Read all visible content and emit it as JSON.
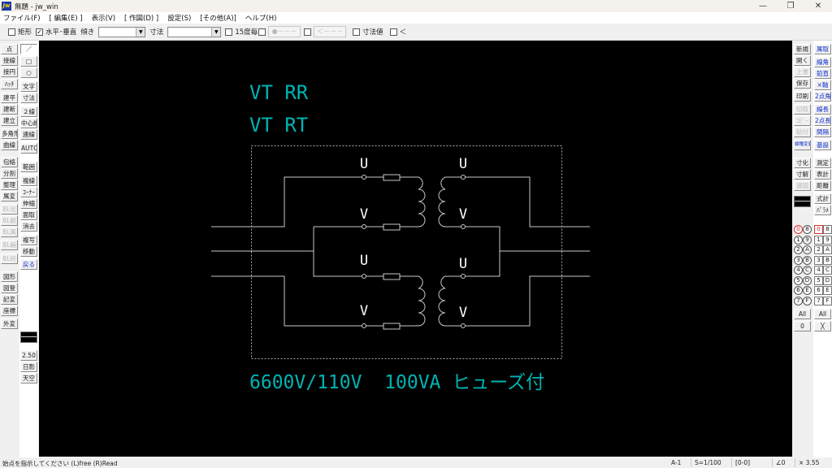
{
  "window": {
    "logo": "Jw",
    "title": "無題 - jw_win",
    "controls": [
      "—",
      "❐",
      "✕"
    ]
  },
  "menu": [
    "ファイル(F)",
    "[ 編集(E) ]",
    "表示(V)",
    "[ 作図(D) ]",
    "設定(S)",
    "[その他(A)]",
    "ヘルプ(H)"
  ],
  "toolbar": {
    "rect_label": "矩形",
    "rect_checked": false,
    "hv_label": "水平･垂直",
    "hv_checked": true,
    "angle_label": "傾き",
    "angle_value": "",
    "dim_label": "寸法",
    "dim_value": "",
    "deg15_label": "15度毎",
    "deg15_checked": false,
    "dot_btn": "●－－－",
    "arrow_btn": "＜－－－",
    "dimval_label": "寸法値",
    "dimval_checked": false,
    "lt_label": "＜"
  },
  "left_panel_1": [
    "点",
    "接線",
    "接円",
    "ﾊｯﾁ",
    "建平",
    "建断",
    "建立",
    "多角形",
    "曲線",
    "包絡",
    "分割",
    "整理",
    "属変",
    "BL化",
    "BL解",
    "BL属",
    "BL編",
    "BL終",
    "図形",
    "図登",
    "記変",
    "座標",
    "外変"
  ],
  "left_panel_2": [
    "／",
    "□",
    "○",
    "文字",
    "寸法",
    "２線",
    "中心線",
    "連線",
    "AUTO",
    "範囲",
    "複線",
    "ｺｰﾅｰ",
    "伸縮",
    "面取",
    "消去",
    "複写",
    "移動",
    "戻る",
    "2.50",
    "日影",
    "天空"
  ],
  "right_panel_1": [
    "新規",
    "開く",
    "上書",
    "保存",
    "印刷",
    "切取",
    "ｺﾋﾟｰ",
    "貼付",
    "線種変更",
    "寸化",
    "寸解",
    "選図"
  ],
  "right_panel_2": [
    "属取",
    "線角",
    "鉛直",
    "×軸",
    "2点角",
    "線長",
    "2点長",
    "間隔",
    "基設",
    "測定",
    "表計",
    "距離",
    "式計",
    "ﾊﾟﾗﾒ"
  ],
  "layers": {
    "layer_group_left": [
      "0",
      "8",
      "1",
      "9",
      "2",
      "A",
      "3",
      "B",
      "4",
      "C",
      "5",
      "D",
      "6",
      "E",
      "7",
      "F"
    ],
    "layer_left": [
      "0",
      "8",
      "1",
      "9",
      "2",
      "A",
      "3",
      "B",
      "4",
      "C",
      "5",
      "D",
      "6",
      "E",
      "7",
      "F"
    ],
    "all_label": "All",
    "zero_label": "0",
    "x_label": "╳"
  },
  "drawing": {
    "title_line1": "VT RR",
    "title_line2": "VT RT",
    "terminals": [
      "U",
      "V",
      "U",
      "V",
      "U",
      "V",
      "U",
      "V"
    ],
    "caption": "6600V/110V  100VA ヒューズ付",
    "text_color": "#00b4b4",
    "line_color": "#c8c8c8"
  },
  "status": {
    "message": "始点を指示してください (L)free (R)Read",
    "layer": "A-1",
    "scale": "S=1/100",
    "group": "[0-0]",
    "angle": "∠0",
    "zoom": "× 3.55"
  }
}
